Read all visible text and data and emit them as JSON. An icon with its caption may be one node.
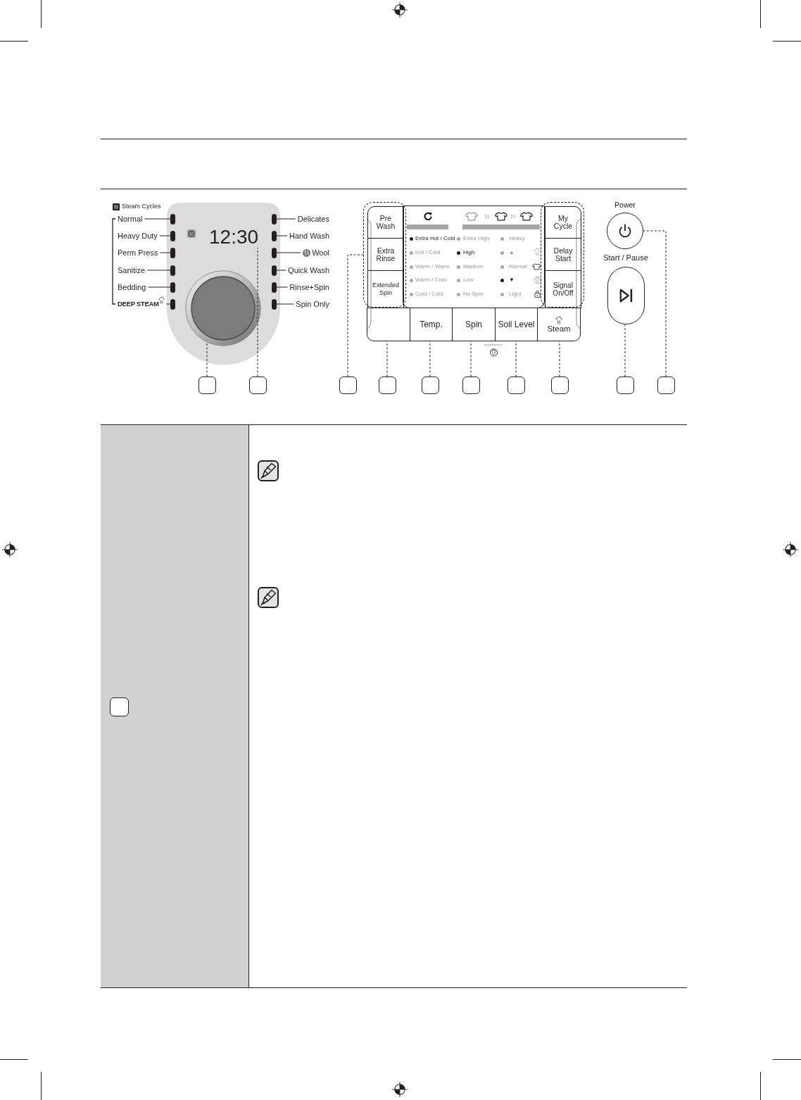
{
  "diagram": {
    "nodes": [
      {
        "text": [
          "Normal"
        ]
      },
      {
        "text": [
          "Heavy Duty"
        ]
      },
      {
        "text": [
          "Perm Press"
        ]
      },
      {
        "text": [
          "Sanitize"
        ]
      },
      {
        "text": [
          "Bedding"
        ]
      },
      {
        "text": [
          "DEEP STEAM"
        ]
      },
      {
        "text": [],
        "shape": "bar"
      },
      {
        "text": [],
        "shape": "bar"
      },
      {
        "text": [],
        "shape": "bar"
      },
      {
        "text": [],
        "shape": "bar"
      },
      {
        "text": [],
        "shape": "bar"
      },
      {
        "text": [],
        "shape": "bar"
      },
      {
        "text": [
          "12:30"
        ]
      },
      {
        "text": [],
        "shape": "circle"
      },
      {
        "text": [],
        "shape": "bar"
      },
      {
        "text": [],
        "shape": "bar"
      },
      {
        "text": [],
        "shape": "bar"
      },
      {
        "text": [],
        "shape": "bar"
      },
      {
        "text": [],
        "shape": "bar"
      },
      {
        "text": [],
        "shape": "bar"
      },
      {
        "text": [
          "Delicates"
        ]
      },
      {
        "text": [
          "Hand Wash"
        ]
      },
      {
        "text": [
          "Wool"
        ]
      },
      {
        "text": [
          "Quick Wash"
        ]
      },
      {
        "text": [
          "Rinse+Spin"
        ]
      },
      {
        "text": [
          "Spin Only"
        ]
      },
      {
        "text": [],
        "shape": "box"
      },
      {
        "text": [
          "Pre Wash"
        ],
        "in": 26
      },
      {
        "text": [
          "Extra Rinse"
        ],
        "in": 26
      },
      {
        "text": [
          "Extended Spin"
        ],
        "in": 26
      },
      {
        "text": [
          "Extra Hot / Cold",
          "Extra High",
          "Heavy",
          "Hot / Cold",
          "High",
          "▲",
          "Warm / Warm",
          "Medium",
          "Normal",
          "Warm / Cold",
          "Low",
          "▼",
          "Cold / Cold",
          "No Spin",
          "Light"
        ]
      },
      {
        "text": [],
        "shape": "box"
      },
      {
        "text": [
          "My Cycle"
        ],
        "in": 31
      },
      {
        "text": [
          "Delay Start"
        ],
        "in": 31
      },
      {
        "text": [
          "Signal On/Off"
        ],
        "in": 31
      },
      {
        "text": [],
        "shape": "box"
      },
      {
        "text": [
          "Temp."
        ]
      },
      {
        "text": [
          "Spin"
        ]
      },
      {
        "text": [
          "Soil Level"
        ]
      },
      {
        "text": [
          "Steam"
        ]
      },
      {
        "text": [
          "Power"
        ]
      },
      {
        "text": [
          "Start / Pause"
        ]
      },
      {
        "text": [],
        "shape": "box"
      },
      {
        "text": [],
        "shape": "box"
      },
      {
        "text": [],
        "shape": "box"
      },
      {
        "text": [],
        "shape": "box"
      },
      {
        "text": [],
        "shape": "box"
      },
      {
        "text": [],
        "shape": "box"
      },
      {
        "text": [],
        "shape": "box"
      },
      {
        "text": [],
        "shape": "box"
      },
      {
        "text": [],
        "shape": "box"
      },
      {
        "text": [],
        "shape": "box"
      },
      {
        "text": [],
        "shape": "box"
      }
    ],
    "edges": [
      {
        "from": 0,
        "to": 6,
        "arrow": "none"
      },
      {
        "from": 1,
        "to": 7,
        "arrow": "none"
      },
      {
        "from": 2,
        "to": 8,
        "arrow": "none"
      },
      {
        "from": 3,
        "to": 9,
        "arrow": "none"
      },
      {
        "from": 4,
        "to": 10,
        "arrow": "none"
      },
      {
        "from": 5,
        "to": 11,
        "arrow": "none"
      },
      {
        "from": 20,
        "to": 14,
        "arrow": "none"
      },
      {
        "from": 21,
        "to": 15,
        "arrow": "none"
      },
      {
        "from": 22,
        "to": 16,
        "arrow": "none"
      },
      {
        "from": 23,
        "to": 17,
        "arrow": "none"
      },
      {
        "from": 24,
        "to": 18,
        "arrow": "none"
      },
      {
        "from": 25,
        "to": 19,
        "arrow": "none"
      },
      {
        "from": 42,
        "to": 13,
        "arrow": "none",
        "style": "dashed"
      },
      {
        "from": 43,
        "to": 12,
        "arrow": "none",
        "style": "dashed"
      },
      {
        "from": 44,
        "to": 26,
        "arrow": "none",
        "style": "dashed"
      },
      {
        "from": 45,
        "to": 35,
        "arrow": "none",
        "style": "dashed"
      },
      {
        "from": 46,
        "to": 36,
        "arrow": "none",
        "style": "dashed"
      },
      {
        "from": 47,
        "to": 37,
        "arrow": "none",
        "style": "dashed"
      },
      {
        "from": 48,
        "to": 38,
        "arrow": "none",
        "style": "dashed"
      },
      {
        "from": 49,
        "to": 39,
        "arrow": "none",
        "style": "dashed"
      },
      {
        "from": 50,
        "to": 41,
        "arrow": "none",
        "style": "dashed"
      },
      {
        "from": 51,
        "to": 40,
        "arrow": "none",
        "style": "dashed"
      }
    ],
    "labels": [
      "Steam Cycles"
    ]
  }
}
